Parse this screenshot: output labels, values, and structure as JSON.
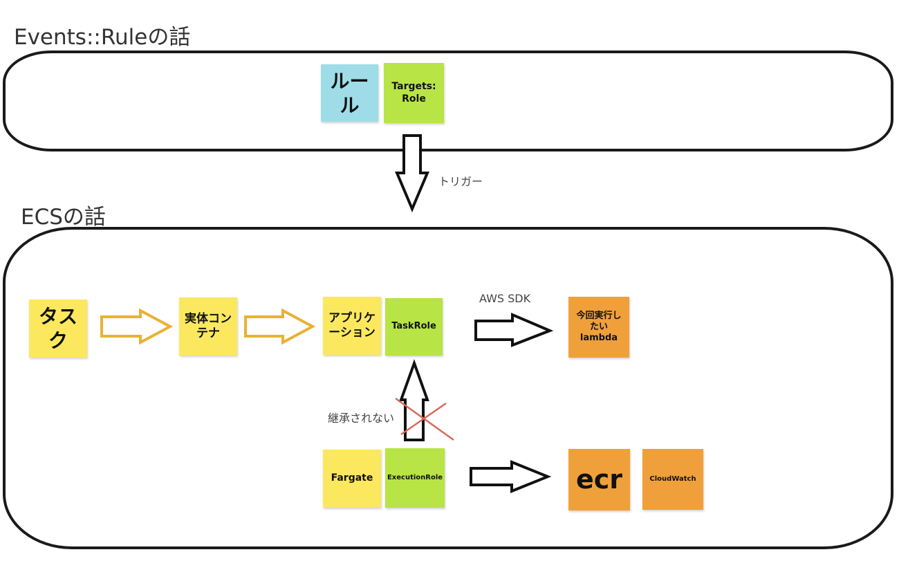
{
  "colors": {
    "blue": "#9edde7",
    "green": "#b8e445",
    "yellow": "#fbe85e",
    "orange": "#f0a03a",
    "arrow_gold": "#e8b232",
    "cross_red": "#d66a5a"
  },
  "events_section": {
    "title": "Events::Ruleの話",
    "notes": {
      "rule": "ルール",
      "targets_role": "Targets: Role"
    }
  },
  "trigger_label": "トリガー",
  "ecs_section": {
    "title": "ECSの話",
    "notes": {
      "task": "タスク",
      "container": "実体コンテナ",
      "application": "アプリケーション",
      "task_role": "TaskRole",
      "lambda": "今回実行したいlambda",
      "fargate": "Fargate",
      "execution_role": "ExecutionRole",
      "ecr": "ecr",
      "cloudwatch": "CloudWatch"
    },
    "labels": {
      "aws_sdk": "AWS SDK",
      "not_inherited": "継承されない"
    }
  }
}
